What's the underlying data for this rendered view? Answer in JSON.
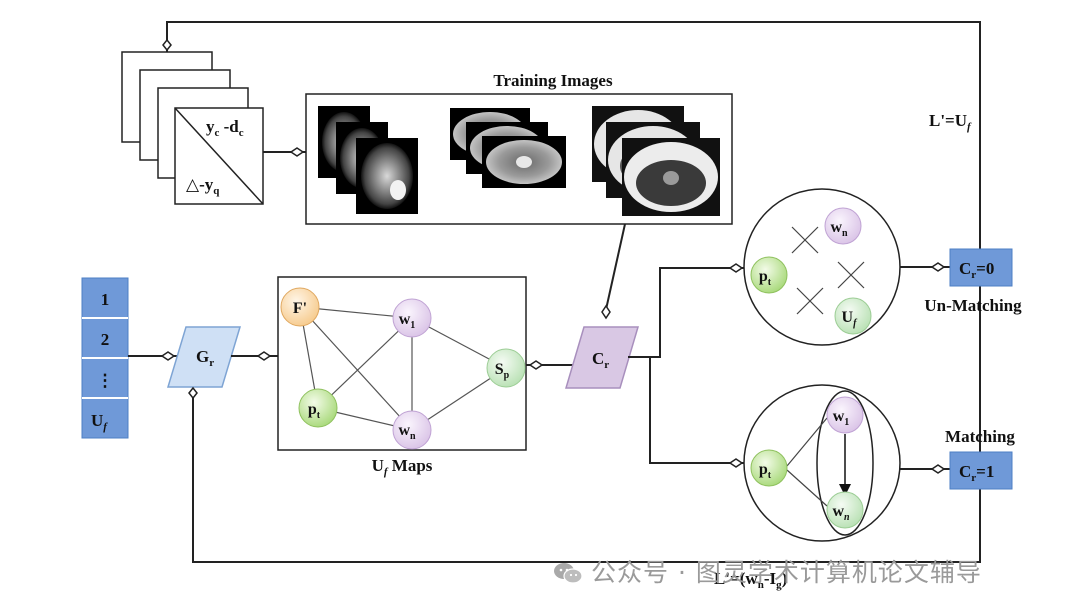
{
  "title": "Training Images",
  "stack": {
    "label_top": "y",
    "label_top_sub1": "c",
    "label_top_mid": " -d",
    "label_top_sub2": "c",
    "label_bottom": "△-y",
    "label_bottom_sub": "q"
  },
  "queue": [
    "1",
    "2",
    "⋮"
  ],
  "queue_last": "U",
  "queue_last_sub": "f",
  "gr": {
    "main": "G",
    "sub": "r"
  },
  "cr": {
    "main": "C",
    "sub": "r"
  },
  "maps": {
    "caption_main": "U",
    "caption_sub": "f",
    "caption_tail": " Maps",
    "nodes": {
      "f": "F'",
      "w1": "w",
      "w1_sub": "1",
      "pt": "p",
      "pt_sub": "t",
      "wn": "w",
      "wn_sub": "n",
      "sp": "S",
      "sp_sub": "p"
    }
  },
  "top_loss": {
    "text": "L'=U",
    "sub": "f"
  },
  "bottom_loss": {
    "text": "L'=(w",
    "sub1": "n",
    "mid": "-I",
    "sub2": "g",
    "tail": ")"
  },
  "unmatch": {
    "label": "Un-Matching",
    "out_main": "C",
    "out_sub": "r",
    "out_tail": "=0",
    "nodes": {
      "wn": "w",
      "wn_sub": "n",
      "pt": "p",
      "pt_sub": "t",
      "uf": "U",
      "uf_sub": "f"
    }
  },
  "match": {
    "label": "Matching",
    "out_main": "C",
    "out_sub": "r",
    "out_tail": "=1",
    "nodes": {
      "w1": "w",
      "w1_sub": "1",
      "pt": "p",
      "pt_sub": "t",
      "wn": "w",
      "wn_sub": "n"
    }
  },
  "watermark": "公众号 · 图灵学术计算机论文辅导",
  "colors": {
    "blue_box": "#6f99d8",
    "gr_fill": "#cfe0f5",
    "cr_fill": "#d9c8e4",
    "node_orange": "#f8d9a6",
    "node_purple": "#e7d8ef",
    "node_green": "#bfe39a",
    "node_mint": "#cdebc9"
  }
}
